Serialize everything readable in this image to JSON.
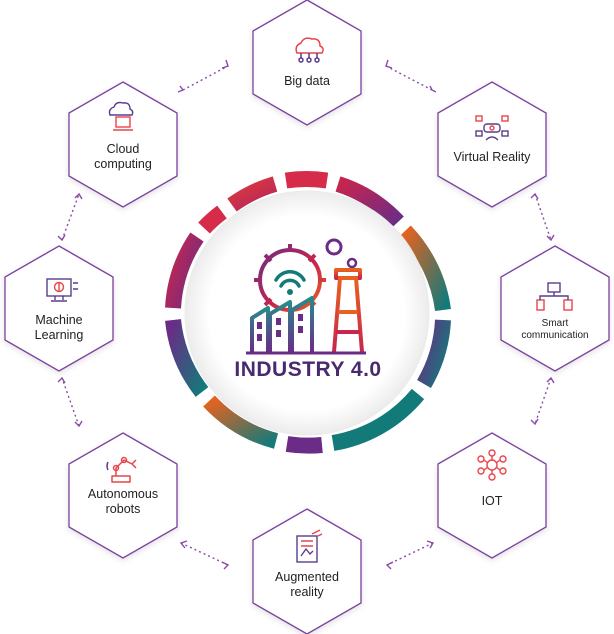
{
  "center": {
    "title": "INDUSTRY 4.0"
  },
  "nodes": [
    {
      "id": "big-data",
      "label": "Big data",
      "icon": "cloud-network-icon"
    },
    {
      "id": "virtual-reality",
      "label": "Virtual Reality",
      "icon": "vr-headset-icon"
    },
    {
      "id": "smart-communication",
      "label": "Smart communication",
      "icon": "connected-devices-icon"
    },
    {
      "id": "iot",
      "label": "IOT",
      "icon": "network-hub-icon"
    },
    {
      "id": "augmented-reality",
      "label": "Augmented reality",
      "icon": "ar-document-icon"
    },
    {
      "id": "autonomous-robots",
      "label": "Autonomous robots",
      "icon": "robot-arm-icon"
    },
    {
      "id": "machine-learning",
      "label": "Machine Learning",
      "icon": "monitor-brain-icon"
    },
    {
      "id": "cloud-computing",
      "label": "Cloud computing",
      "icon": "cloud-laptop-icon"
    }
  ],
  "colors": {
    "hex_border": "#7b3f9e",
    "icon_red": "#e8454a",
    "icon_purple": "#5a3d8c",
    "connector": "#8a4aa8",
    "ring_red": "#d62c4a",
    "ring_magenta": "#b0245f",
    "ring_purple": "#6a2c86",
    "ring_orange": "#e8621e",
    "ring_teal": "#137a7a"
  }
}
